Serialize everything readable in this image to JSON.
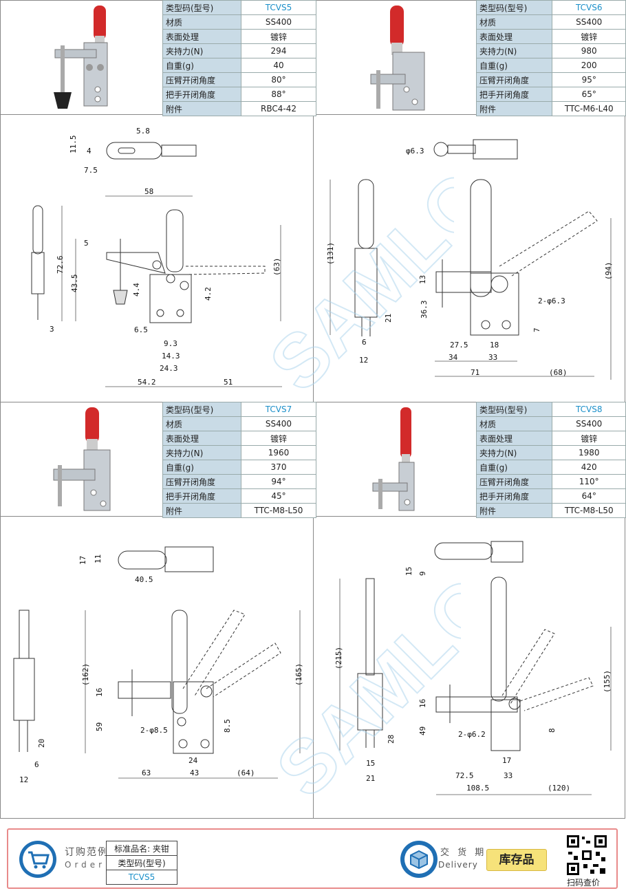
{
  "label_keys": {
    "model": "类型码(型号)",
    "material": "材质",
    "surface": "表面处理",
    "force": "夹持力(N)",
    "weight": "自重(g)",
    "arm_angle": "压臂开闭角度",
    "handle_angle": "把手开闭角度",
    "accessory": "附件"
  },
  "products": [
    {
      "model": "TCVS5",
      "material": "SS400",
      "surface": "镀锌",
      "force": "294",
      "weight": "40",
      "arm_angle": "80°",
      "handle_angle": "88°",
      "accessory": "RBC4-42"
    },
    {
      "model": "TCVS6",
      "material": "SS400",
      "surface": "镀锌",
      "force": "980",
      "weight": "200",
      "arm_angle": "95°",
      "handle_angle": "65°",
      "accessory": "TTC-M6-L40"
    },
    {
      "model": "TCVS7",
      "material": "SS400",
      "surface": "镀锌",
      "force": "1960",
      "weight": "370",
      "arm_angle": "94°",
      "handle_angle": "45°",
      "accessory": "TTC-M8-L50"
    },
    {
      "model": "TCVS8",
      "material": "SS400",
      "surface": "镀锌",
      "force": "1980",
      "weight": "420",
      "arm_angle": "110°",
      "handle_angle": "64°",
      "accessory": "TTC-M8-L50"
    }
  ],
  "drawing1": {
    "d1": "5.8",
    "d2": "11.5",
    "d3": "4",
    "d4": "7.5",
    "d5": "58",
    "d6": "5",
    "d7": "72.6",
    "d8": "43.5",
    "d9": "(63)",
    "d10": "4.4",
    "d11": "4.2",
    "d12": "3",
    "d13": "6.5",
    "d14": "9.3",
    "d15": "14.3",
    "d16": "24.3",
    "d17": "54.2",
    "d18": "51"
  },
  "drawing2": {
    "d1": "φ6.3",
    "d2": "(131)",
    "d3": "(94)",
    "d4": "13",
    "d5": "2-φ6.3",
    "d6": "36.3",
    "d7": "21",
    "d8": "7",
    "d9": "6",
    "d10": "12",
    "d11": "27.5",
    "d12": "18",
    "d13": "34",
    "d14": "33",
    "d15": "71",
    "d16": "(68)"
  },
  "drawing3": {
    "d1": "17",
    "d2": "11",
    "d3": "40.5",
    "d4": "(162)",
    "d5": "(165)",
    "d6": "16",
    "d7": "59",
    "d8": "2-φ8.5",
    "d9": "8.5",
    "d10": "20",
    "d11": "6",
    "d12": "12",
    "d13": "24",
    "d14": "63",
    "d15": "43",
    "d16": "(64)"
  },
  "drawing4": {
    "d1": "15",
    "d2": "9",
    "d3": "(215)",
    "d4": "(155)",
    "d5": "16",
    "d6": "49",
    "d7": "2-φ6.2",
    "d8": "8",
    "d9": "28",
    "d10": "15",
    "d11": "21",
    "d12": "17",
    "d13": "72.5",
    "d14": "33",
    "d15": "108.5",
    "d16": "(120)"
  },
  "footer": {
    "order_title": "订购范例",
    "order_sub": "Order",
    "order_row1": "标准品名: 夹钳",
    "order_row2": "类型码(型号)",
    "order_row3": "TCVS5",
    "delivery_title": "交 货 期",
    "delivery_sub": "Delivery",
    "stock": "库存品",
    "qr_label": "扫码查价"
  },
  "watermark": "SAMLC",
  "colors": {
    "header_bg": "#c9dbe6",
    "accent": "#1a8fc9",
    "footer_border": "#e88a8a",
    "handle_red": "#d22a2a",
    "icon_blue": "#1f6fb4",
    "stock_bg": "#f6e27a"
  }
}
